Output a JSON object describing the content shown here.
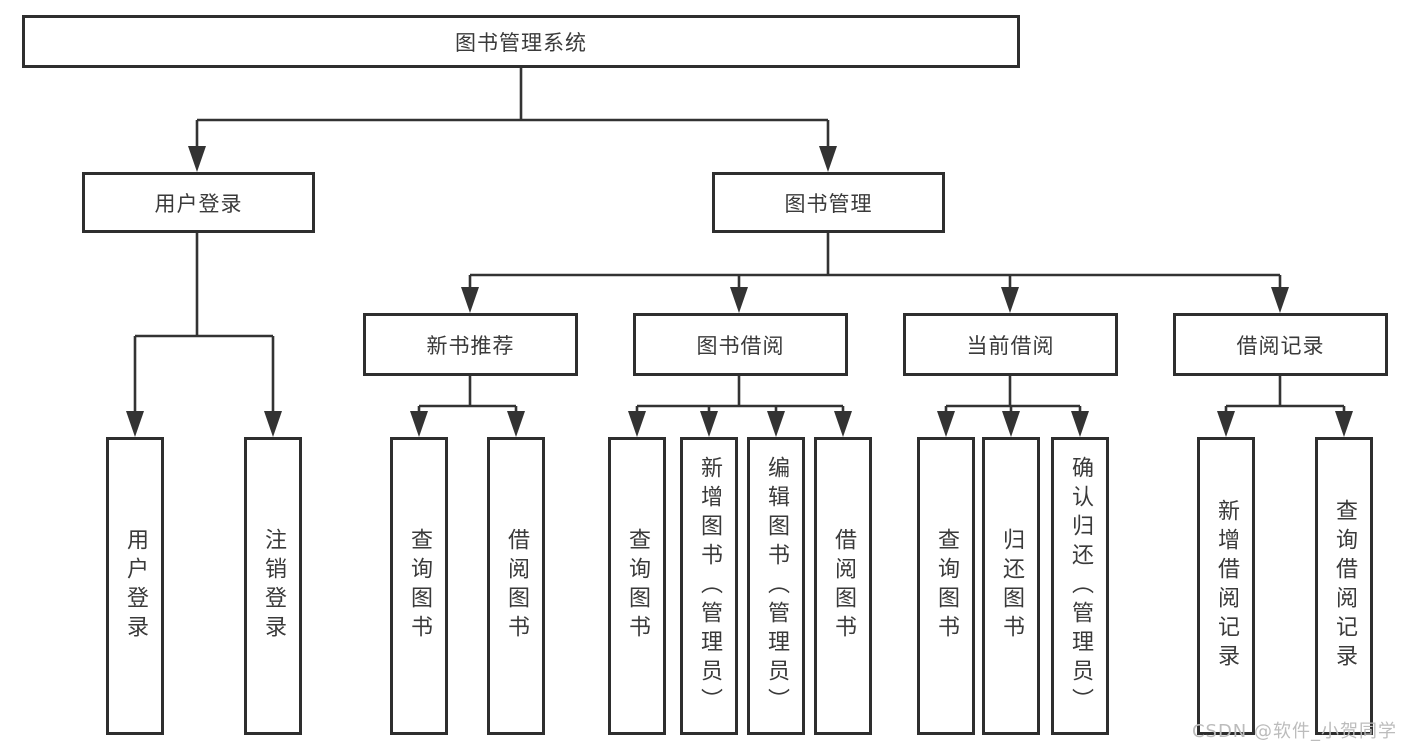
{
  "colors": {
    "line": "#333333",
    "box_border": "#2e2e2e",
    "text": "#3a3a3a",
    "watermark": "#bcbcbc",
    "background": "#ffffff"
  },
  "watermark": {
    "text": "CSDN @软件_小贺同学"
  },
  "tree": {
    "root": {
      "label": "图书管理系统",
      "children": [
        {
          "label": "用户登录",
          "children": [
            {
              "label": "用户登录"
            },
            {
              "label": "注销登录"
            }
          ]
        },
        {
          "label": "图书管理",
          "children": [
            {
              "label": "新书推荐",
              "children": [
                {
                  "label": "查询图书"
                },
                {
                  "label": "借阅图书"
                }
              ]
            },
            {
              "label": "图书借阅",
              "children": [
                {
                  "label": "查询图书"
                },
                {
                  "label": "新增图书（管理员）"
                },
                {
                  "label": "编辑图书（管理员）"
                },
                {
                  "label": "借阅图书"
                }
              ]
            },
            {
              "label": "当前借阅",
              "children": [
                {
                  "label": "查询图书"
                },
                {
                  "label": "归还图书"
                },
                {
                  "label": "确认归还（管理员）"
                }
              ]
            },
            {
              "label": "借阅记录",
              "children": [
                {
                  "label": "新增借阅记录"
                },
                {
                  "label": "查询借阅记录"
                }
              ]
            }
          ]
        }
      ]
    }
  }
}
